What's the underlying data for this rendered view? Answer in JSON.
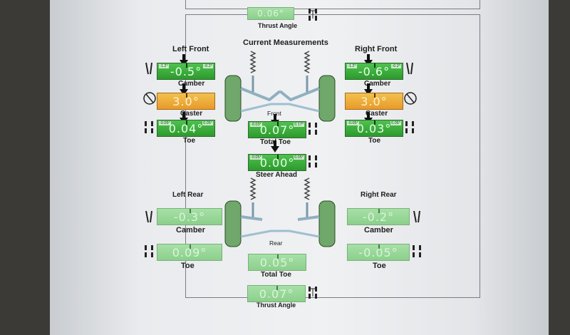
{
  "top_section": {
    "thrust_angle": {
      "value": "0.06°",
      "label": "Thrust Angle"
    }
  },
  "front": {
    "section_title": "Current Measurements",
    "left_title": "Left Front",
    "right_title": "Right Front",
    "center_label": "Front",
    "left": {
      "camber": {
        "value": "-0.5°",
        "label": "Camber",
        "min": "-1.2°",
        "max": "-0.2°"
      },
      "caster": {
        "value": "3.0°",
        "label": "Caster"
      },
      "toe": {
        "value": "0.04°",
        "label": "Toe",
        "min": "-0.05°",
        "max": "0.05°"
      }
    },
    "right": {
      "camber": {
        "value": "-0.6°",
        "label": "Camber",
        "min": "-1.2°",
        "max": "-0.2°"
      },
      "caster": {
        "value": "3.0°",
        "label": "Caster"
      },
      "toe": {
        "value": "0.03°",
        "label": "Toe",
        "min": "-0.05°",
        "max": "0.05°"
      }
    },
    "total_toe": {
      "value": "0.07°",
      "label": "Total Toe",
      "min": "-0.03°",
      "max": "0.17°"
    },
    "steer_ahead": {
      "value": "0.00°",
      "label": "Steer Ahead",
      "min": "-0.05°",
      "max": "0.05°"
    }
  },
  "rear": {
    "left_title": "Left Rear",
    "right_title": "Right Rear",
    "center_label": "Rear",
    "left": {
      "camber": {
        "value": "-0.3°",
        "label": "Camber"
      },
      "toe": {
        "value": "0.09°",
        "label": "Toe"
      }
    },
    "right": {
      "camber": {
        "value": "-0.2°",
        "label": "Camber"
      },
      "toe": {
        "value": "-0.05°",
        "label": "Toe"
      }
    },
    "total_toe": {
      "value": "0.05°",
      "label": "Total Toe"
    },
    "thrust_angle": {
      "value": "0.07°",
      "label": "Thrust Angle"
    }
  },
  "colors": {
    "in_spec": "#2d9a2d",
    "out_of_spec": "#e89a2a",
    "no_spec": "#8ccf8c"
  },
  "icons": [
    "camber-icon",
    "caster-icon",
    "toe-icon",
    "thrust-icon",
    "suspension-diagram"
  ]
}
